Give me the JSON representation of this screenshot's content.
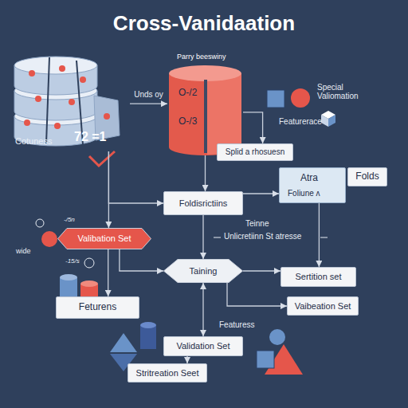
{
  "diagram": {
    "title": "Cross-Vanidaation",
    "nodes": [
      {
        "text": [
          "Cotuness",
          "72 =1"
        ]
      },
      {
        "text": [
          "Parry beeswiny",
          "O-/2",
          "O-/3"
        ]
      },
      {
        "text": [
          "Splid a rhosuesn"
        ]
      },
      {
        "text": [
          "Atra",
          "Foliune ʌ"
        ]
      },
      {
        "text": [
          "Folds"
        ]
      },
      {
        "text": [
          "Foldisrictiins"
        ]
      },
      {
        "text": [
          "Valibation Set"
        ]
      },
      {
        "text": [
          "Taining"
        ]
      },
      {
        "text": [
          "Sertition set"
        ]
      },
      {
        "text": [
          "Feturens"
        ]
      },
      {
        "text": [
          "Vaibeation Set"
        ]
      },
      {
        "text": [
          "Validation Set"
        ]
      },
      {
        "text": [
          "Stritreation Seet"
        ]
      }
    ],
    "edges": [
      {
        "from": 0,
        "to": 1,
        "label": "Unds oy",
        "arrow": "to"
      },
      {
        "from": 1,
        "to": 2,
        "arrow": "to"
      },
      {
        "from": 1,
        "to": 5,
        "arrow": "to"
      },
      {
        "from": 0,
        "to": 5,
        "arrow": "to"
      },
      {
        "from": 0,
        "to": 6,
        "arrow": "to"
      },
      {
        "from": 5,
        "to": 3,
        "arrow": "to"
      },
      {
        "from": 3,
        "to": 8,
        "arrow": "to"
      },
      {
        "from": 5,
        "to": 7,
        "arrow": "to"
      },
      {
        "from": 6,
        "to": 7,
        "arrow": "to"
      },
      {
        "from": 7,
        "to": 8,
        "arrow": "to"
      },
      {
        "from": 7,
        "to": 10,
        "arrow": "to"
      },
      {
        "from": 6,
        "to": 9,
        "arrow": "to"
      },
      {
        "from": 7,
        "to": 11,
        "arrow": "both"
      },
      {
        "from": 11,
        "to": 12,
        "arrow": "to"
      }
    ],
    "labels": [
      "Special Valiomation",
      "Featurerace",
      "-/5n",
      "wide",
      "-15/s",
      "Teinne",
      "Unlicretiinn St atresse",
      "Featuress"
    ]
  }
}
